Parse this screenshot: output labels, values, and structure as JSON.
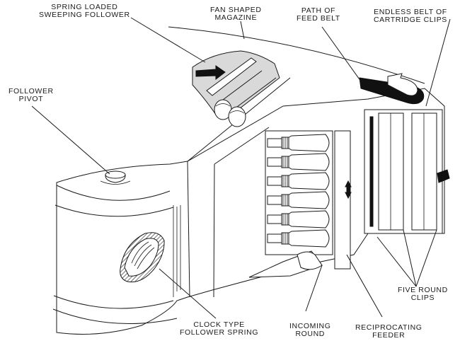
{
  "diagram": {
    "type": "technical-cutaway-illustration",
    "subject": "fan shaped magazine with clip-belt feed system",
    "labels": {
      "spring_loaded_follower": {
        "line1": "SPRING LOADED",
        "line2": "SWEEPING FOLLOWER"
      },
      "fan_magazine": {
        "line1": "FAN SHAPED",
        "line2": "MAGAZINE"
      },
      "feed_belt_path": {
        "line1": "PATH OF",
        "line2": "FEED BELT"
      },
      "endless_belt": {
        "line1": "ENDLESS BELT OF",
        "line2": "CARTRIDGE CLIPS"
      },
      "follower_pivot": {
        "line1": "FOLLOWER",
        "line2": "PIVOT"
      },
      "clock_spring": {
        "line1": "CLOCK TYPE",
        "line2": "FOLLOWER SPRING"
      },
      "incoming_round": {
        "line1": "INCOMING",
        "line2": "ROUND"
      },
      "reciprocating_feeder": {
        "line1": "RECIPROCATING",
        "line2": "FEEDER"
      },
      "five_round_clips": {
        "line1": "FIVE ROUND",
        "line2": "CLIPS"
      }
    },
    "rounds_in_stack": 6,
    "clip_count": 2
  }
}
